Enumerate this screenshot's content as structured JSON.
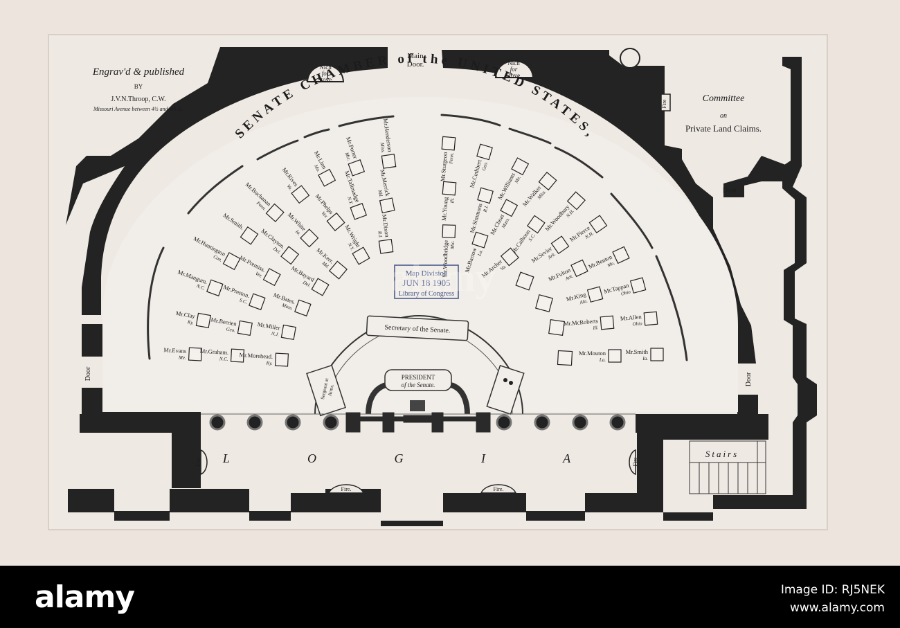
{
  "engraver": {
    "line1": "Engrav'd & published",
    "line2": "BY",
    "line3": "J.V.N.Throop, C.W.",
    "line4": "Missouri Avenue between 4½ and 6th St."
  },
  "main_door": {
    "line1": "Main",
    "line2": "Door."
  },
  "stove_niche": {
    "line1": "Nich",
    "line2": "for",
    "line3": "Stove."
  },
  "chamber_title": "SENATE CHAMBER of the UNITED STATES,",
  "committee": {
    "line1": "Committee",
    "line2": "on",
    "line3": "Private Land Claims."
  },
  "labels": {
    "door": "Door",
    "door_right_upper": "Door.",
    "fire": "Fire",
    "fire_bottom": "Fire.",
    "logia": "L O G I A",
    "stairs": "Stairs",
    "secretary": "Secretary of the Senate.",
    "president_1": "PRESIDENT",
    "president_2": "of the Senate.",
    "sergeant_1": "Sergeant at",
    "sergeant_2": "Arms."
  },
  "stamp": {
    "line1": "Map Division",
    "line2": "JUN 18 1905",
    "line3": "Library of Congress"
  },
  "seats": [
    {
      "name": "Mr.Evans",
      "state": "Me."
    },
    {
      "name": "Mr.Graham.",
      "state": "N.C."
    },
    {
      "name": "Mr.Morehead.",
      "state": "Ky."
    },
    {
      "name": "Mr.Clay",
      "state": "Ky."
    },
    {
      "name": "Mr.Berrien",
      "state": "Geo."
    },
    {
      "name": "Mr.Miller",
      "state": "N.J."
    },
    {
      "name": "Mr.Mangum.",
      "state": "N.C."
    },
    {
      "name": "Mr.Preston.",
      "state": "S.C."
    },
    {
      "name": "Mr.Bates.",
      "state": "Mass."
    },
    {
      "name": "Mr.Huntington",
      "state": "Con."
    },
    {
      "name": "Mr.Prentiss.",
      "state": "Ver."
    },
    {
      "name": "Mr.Bayard",
      "state": "Del."
    },
    {
      "name": "Mr.Smith.",
      "state": ""
    },
    {
      "name": "Mr.Clayton.",
      "state": "Del."
    },
    {
      "name": "Mr.Kerr.",
      "state": "Md."
    },
    {
      "name": "Mr.Buchanan",
      "state": "Penn."
    },
    {
      "name": "Mr.White",
      "state": "Ia."
    },
    {
      "name": "Mr.Phelps",
      "state": "Ver."
    },
    {
      "name": "Mr.Rives",
      "state": "Va."
    },
    {
      "name": "Mr.Linn",
      "state": "Mo."
    },
    {
      "name": "Mr.Wright",
      "state": "N.Y."
    },
    {
      "name": "Mr.Porter",
      "state": "Mic."
    },
    {
      "name": "Mr.Tallmadge",
      "state": "N.Y."
    },
    {
      "name": "Mr.Dixon",
      "state": "R.I."
    },
    {
      "name": "Mr.Merrick",
      "state": "Md."
    },
    {
      "name": "Mr.Henderson",
      "state": "Miss."
    },
    {
      "name": "Mr.Sturgeon",
      "state": "Penn."
    },
    {
      "name": "Mr.Young",
      "state": "Ill."
    },
    {
      "name": "Mr.Woodbridge",
      "state": "Mic."
    },
    {
      "name": "Mr.Cuthbert",
      "state": "Geo."
    },
    {
      "name": "Mr.Simmons",
      "state": "R.I."
    },
    {
      "name": "Mr.Barrow",
      "state": "La."
    },
    {
      "name": "Mr.Williams",
      "state": "Me."
    },
    {
      "name": "Mr.Choat",
      "state": "Mass."
    },
    {
      "name": "Mr.Calhoun",
      "state": "S.C."
    },
    {
      "name": "Mr.Archer",
      "state": "Va."
    },
    {
      "name": "Mr.Walker",
      "state": "Miss."
    },
    {
      "name": "Mr.Woodbury",
      "state": "N.H."
    },
    {
      "name": "Mr.Sevier",
      "state": "Ark."
    },
    {
      "name": "Mr.Pierce",
      "state": "N.H."
    },
    {
      "name": "Mr.Fulton",
      "state": "Ark."
    },
    {
      "name": "Mr.Benton",
      "state": "Mo."
    },
    {
      "name": "Mr.King",
      "state": "Ala."
    },
    {
      "name": "Mr.Tappan",
      "state": "Ohio"
    },
    {
      "name": "Mr.McRoberts",
      "state": "Ill."
    },
    {
      "name": "Mr.Allen",
      "state": "Ohio"
    },
    {
      "name": "Mr.Mouton",
      "state": "La."
    },
    {
      "name": "Mr.Smith",
      "state": "Ia."
    }
  ],
  "watermark": "alamy",
  "footer": {
    "logo": "alamy",
    "image_id": "Image ID: RJ5NEK",
    "url": "www.alamy.com"
  },
  "colors": {
    "paper": "#ece4dd",
    "ink": "#1c1c1c",
    "wall": "#222222",
    "stamp": "#4a5a8a"
  }
}
